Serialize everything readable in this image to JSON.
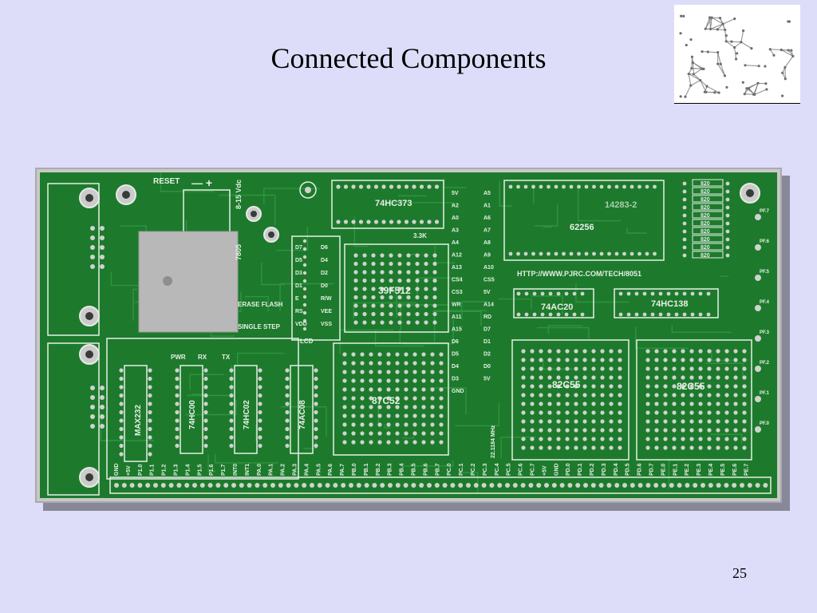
{
  "slide": {
    "title": "Connected Components",
    "page_number": "25"
  },
  "board": {
    "labels": {
      "reset": "RESET",
      "polarity": "— +",
      "voltage": "8-15 Vdc",
      "reg": "7805",
      "erase_flash": "ERASE FLASH",
      "single_step": "SINGLE STEP",
      "pwr": "PWR",
      "rx": "RX",
      "tx": "TX",
      "lcd": "LCD",
      "res": "3.3K",
      "url": "HTTP://WWW.PJRC.COM/TECH/8051",
      "part_no": "14283-2",
      "xtal": "22.1184 MHz"
    },
    "chips": [
      "74HC373",
      "62256",
      "39F512",
      "87C52",
      "82C55",
      "82C55",
      "74AC20",
      "74HC138",
      "MAX232",
      "74HC00",
      "74HC02",
      "74AC08"
    ],
    "left_pins": [
      "D7",
      "D5",
      "D3",
      "D1",
      "E",
      "RS",
      "VDD"
    ],
    "right_pins": [
      "D6",
      "D4",
      "D2",
      "D0",
      "R/W",
      "VEE",
      "VSS"
    ],
    "addr_pins_left": [
      "5V",
      "A2",
      "A0",
      "A3",
      "A4",
      "A12",
      "A13",
      "CS4",
      "CS3",
      "WR",
      "A11",
      "A15",
      "D6",
      "D5",
      "D4",
      "D3",
      "GND"
    ],
    "addr_pins_right": [
      "A5",
      "A1",
      "A6",
      "A7",
      "A8",
      "A9",
      "A10",
      "CS5",
      "5V",
      "A14",
      "RD",
      "D7",
      "D1",
      "D2",
      "D0",
      "5V"
    ],
    "resistors": [
      "820",
      "820",
      "820",
      "820",
      "820",
      "820",
      "820",
      "820",
      "820",
      "820"
    ],
    "bottom_pins": [
      "GND",
      "+5V",
      "P1.0",
      "P1.1",
      "P1.2",
      "P1.3",
      "P1.4",
      "P1.5",
      "P1.6",
      "P1.7",
      "INT0",
      "INT1",
      "PA.0",
      "PA.1",
      "PA.2",
      "PA.3",
      "PA.4",
      "PA.5",
      "PA.6",
      "PA.7",
      "PB.0",
      "PB.1",
      "PB.2",
      "PB.3",
      "PB.4",
      "PB.5",
      "PB.6",
      "PB.7",
      "PC.0",
      "PC.1",
      "PC.2",
      "PC.3",
      "PC.4",
      "PC.5",
      "PC.6",
      "PC.7",
      "+5V",
      "GND",
      "PD.0",
      "PD.1",
      "PD.2",
      "PD.3",
      "PD.4",
      "PD.5",
      "PD.6",
      "PD.7",
      "PE.0",
      "PE.1",
      "PE.2",
      "PE.3",
      "PE.4",
      "PE.5",
      "PE.6",
      "PE.7"
    ],
    "side_pins": [
      "PF.7",
      "PF.6",
      "PF.5",
      "PF.4",
      "PF.3",
      "PF.2",
      "PF.1",
      "PF.0"
    ],
    "colors": {
      "board": "#1d7a2c",
      "silk": "#e6f0e6",
      "pad": "#cfd3cf",
      "heatsink": "#b8b8b8"
    }
  }
}
